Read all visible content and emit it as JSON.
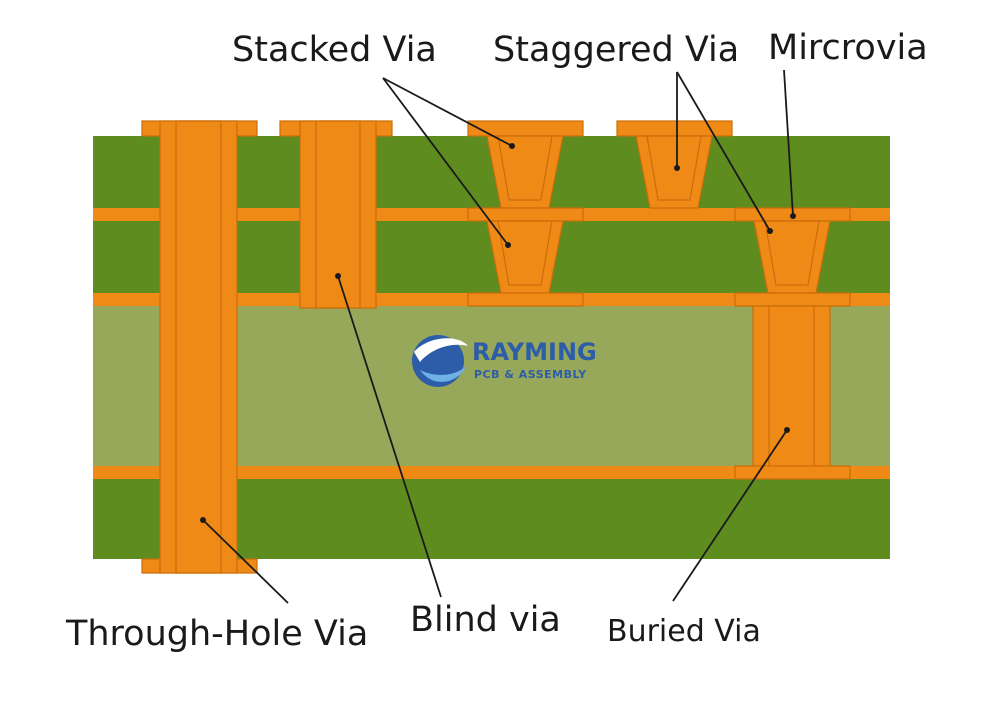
{
  "labels": {
    "stacked": "Stacked Via",
    "staggered": "Staggered Via",
    "microvia": "Mircrovia",
    "through_hole": "Through-Hole Via",
    "blind": "Blind via",
    "buried": "Buried Via"
  },
  "logo": {
    "name": "RAYMING",
    "subtitle": "PCB & ASSEMBLY"
  },
  "colors": {
    "prepreg": "#5e8c1f",
    "core": "#97a85a",
    "copper": "#ef8a17",
    "copper_edge": "#c96d0a",
    "leader": "#1a1a1a",
    "logo": "#2d5da8"
  }
}
